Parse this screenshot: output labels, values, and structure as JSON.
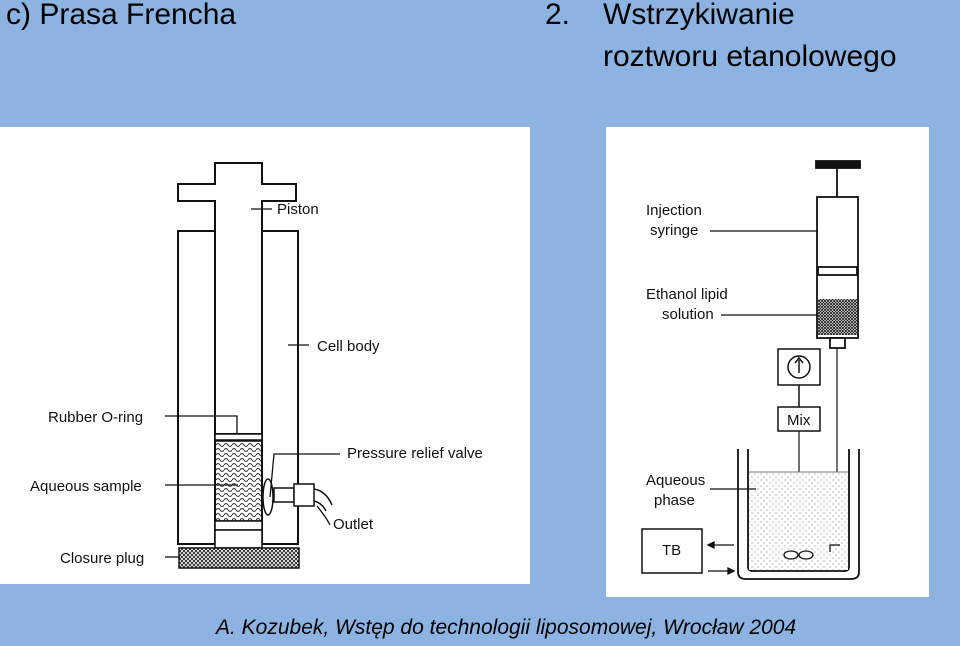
{
  "titles": {
    "left": "c) Prasa Frencha",
    "right_number": "2.",
    "right_line1": "Wstrzykiwanie",
    "right_line2": "roztworu etanolowego"
  },
  "caption": "A. Kozubek, Wstęp do technologii liposomowej, Wrocław 2004",
  "french_press": {
    "labels": {
      "piston": "Piston",
      "cell_body": "Cell body",
      "rubber_oring": "Rubber O-ring",
      "pressure_relief_valve": "Pressure relief valve",
      "aqueous_sample": "Aqueous sample",
      "outlet": "Outlet",
      "closure_plug": "Closure plug"
    }
  },
  "ethanol_injection": {
    "labels": {
      "injection_syringe_1": "Injection",
      "injection_syringe_2": "syringe",
      "ethanol_lipid_1": "Ethanol lipid",
      "ethanol_lipid_2": "solution",
      "mix": "Mix",
      "aqueous_phase_1": "Aqueous",
      "aqueous_phase_2": "phase",
      "tb": "TB"
    }
  }
}
